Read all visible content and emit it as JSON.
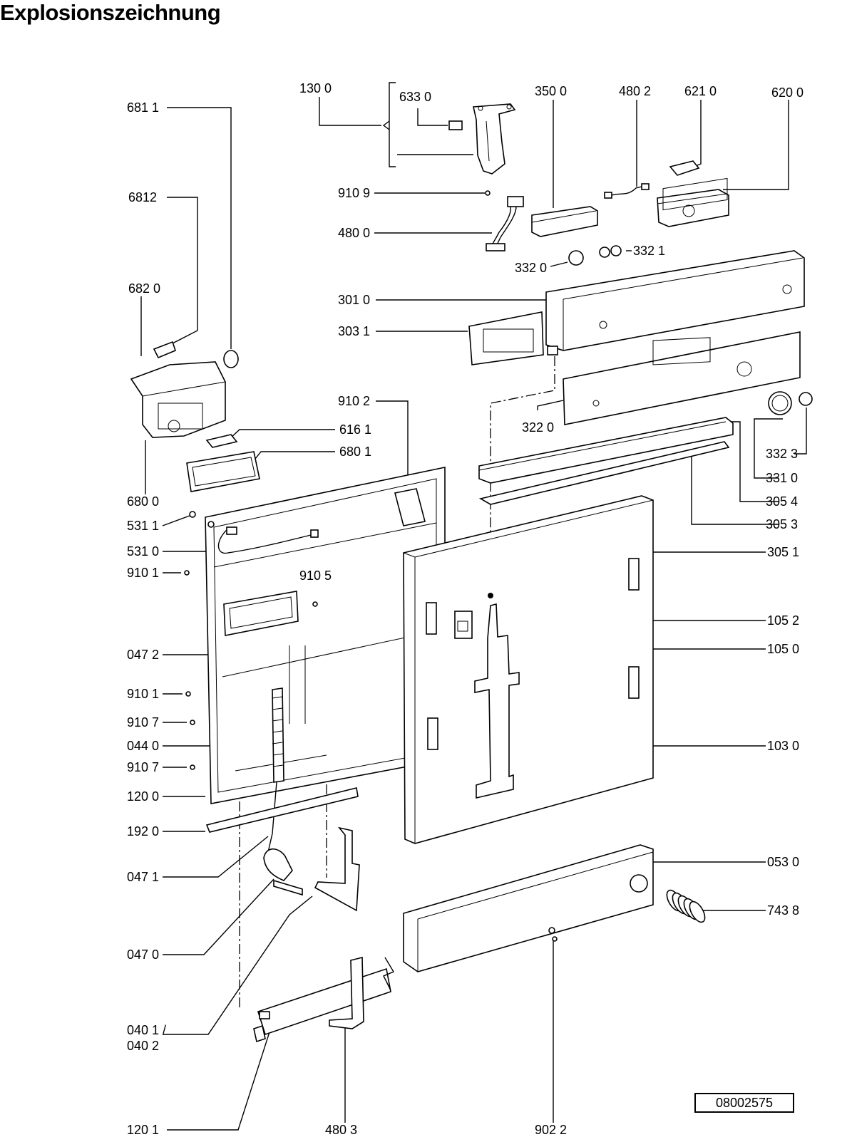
{
  "title": "Explosionszeichnung",
  "document_number": "08002575",
  "part_labels": {
    "p1300": "130 0",
    "p6330": "633 0",
    "p3500": "350 0",
    "p4802": "480 2",
    "p6210": "621 0",
    "p6200": "620 0",
    "p6811": "681 1",
    "p6812": "6812",
    "p9109": "910 9",
    "p4800": "480 0",
    "p3320": "332 0",
    "p3321": "332 1",
    "p6820": "682 0",
    "p3010": "301 0",
    "p3031": "303 1",
    "p9102": "910 2",
    "p3220": "322 0",
    "p6161": "616 1",
    "p6801": "680 1",
    "p3323": "332 3",
    "p3310": "331 0",
    "p6800": "680 0",
    "p3054": "305 4",
    "p5311": "531 1",
    "p3053": "305 3",
    "p5310": "531 0",
    "p3051": "305 1",
    "p9101a": "910 1",
    "p9105": "910 5",
    "p1052": "105 2",
    "p1050": "105 0",
    "p0472": "047 2",
    "p9101b": "910 1",
    "p9107a": "910 7",
    "p0440": "044 0",
    "p1030": "103 0",
    "p9107b": "910 7",
    "p1200": "120 0",
    "p1920": "192 0",
    "p0471": "047 1",
    "p0530": "053 0",
    "p7438": "743 8",
    "p0470": "047 0",
    "p0401": "040 1 /",
    "p0402": "040 2",
    "p1201": "120 1",
    "p4803": "480 3",
    "p9022": "902 2"
  }
}
